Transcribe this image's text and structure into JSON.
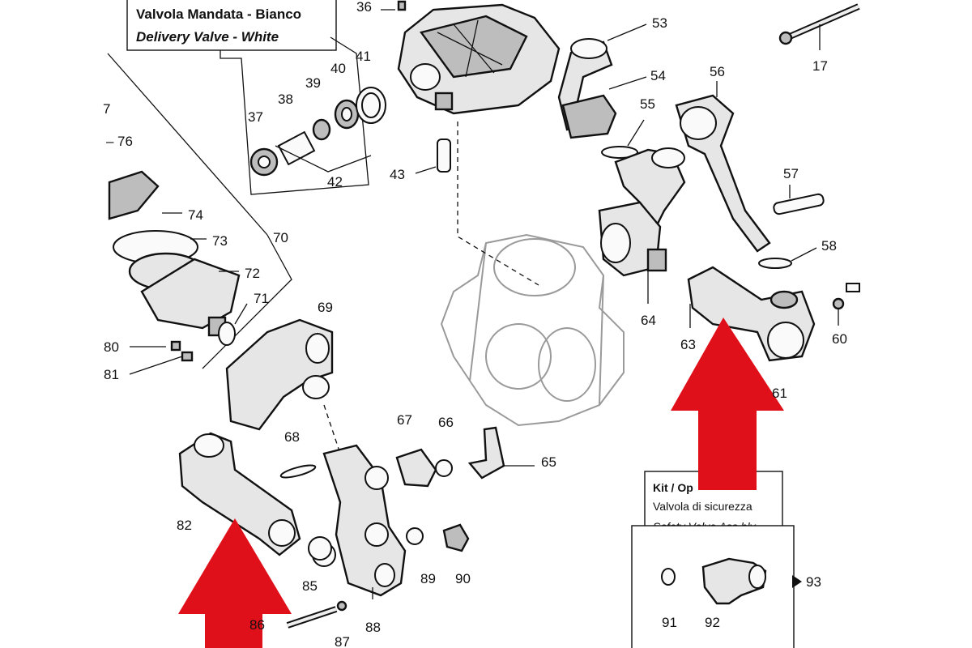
{
  "delivery_valve_box": {
    "title_it": "Valvola Mandata - Bianco",
    "title_en": "Delivery Valve - White"
  },
  "kit_box": {
    "kit_label": "Kit / Op",
    "line_it": "Valvola di sicurezza",
    "line_en": "Safety Valve Ass.bly"
  },
  "part_numbers": {
    "p17": "17",
    "p36": "36",
    "p37": "37",
    "p38": "38",
    "p39": "39",
    "p40": "40",
    "p41": "41",
    "p42": "42",
    "p43": "43",
    "p53": "53",
    "p54": "54",
    "p55": "55",
    "p56": "56",
    "p57": "57",
    "p58": "58",
    "p60": "60",
    "p61": "61",
    "p63": "63",
    "p64": "64",
    "p65": "65",
    "p66": "66",
    "p67": "67",
    "p68": "68",
    "p69": "69",
    "p70": "70",
    "p71": "71",
    "p72": "72",
    "p73": "73",
    "p74": "74",
    "p76": "76",
    "p77": "7",
    "p80": "80",
    "p81": "81",
    "p82": "82",
    "p85": "85",
    "p86": "86",
    "p87": "87",
    "p88": "88",
    "p89": "89",
    "p90": "90",
    "p91": "91",
    "p92": "92",
    "p93": "93"
  },
  "highlight_color": "#e0101a"
}
